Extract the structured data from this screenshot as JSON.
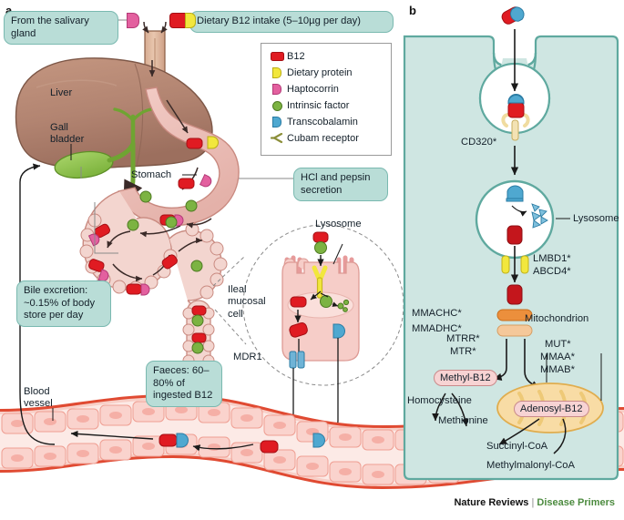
{
  "figure": {
    "panel_a_letter": "a",
    "panel_b_letter": "b",
    "credit_main": "Nature Reviews",
    "credit_sep": "|",
    "credit_sub": "Disease Primers"
  },
  "colors": {
    "b12_red": "#e01b22",
    "dietary_protein_yellow": "#f2e73d",
    "haptocorrin_pink": "#e3609f",
    "intrinsic_factor_green": "#7cb342",
    "transcobalamin_blue": "#4fa8d0",
    "cubam_olive": "#8c8f3a",
    "callout_fill": "#b9ddd7",
    "callout_border": "#7ab9b0",
    "liver_brown": "#b08470",
    "gallbladder_green": "#8cc152",
    "stomach_pink": "#efc3bd",
    "cell_teal": "#cfe6e2",
    "mitochondrion_orange": "#f6d79a",
    "blood_vessel_red": "#e04a32"
  },
  "legend": {
    "items": [
      {
        "icon": "b12-capsule-icon",
        "label": "B12"
      },
      {
        "icon": "dietary-protein-icon",
        "label": "Dietary protein"
      },
      {
        "icon": "haptocorrin-icon",
        "label": "Haptocorrin"
      },
      {
        "icon": "intrinsic-factor-icon",
        "label": "Intrinsic factor"
      },
      {
        "icon": "transcobalamin-icon",
        "label": "Transcobalamin"
      },
      {
        "icon": "cubam-receptor-icon",
        "label": "Cubam receptor"
      }
    ]
  },
  "panel_a": {
    "callouts": {
      "salivary_gland": "From the salivary gland",
      "dietary_intake": "Dietary B12 intake  (5–10µg per day)",
      "hcl_pepsin": "HCl and pepsin secretion",
      "bile_excretion": "Bile excretion: ~0.15% of body store per day",
      "faeces": "Faeces: 60–80% of ingested B12"
    },
    "organ_labels": {
      "liver": "Liver",
      "gall_bladder": "Gall bladder",
      "stomach": "Stomach",
      "blood_vessel": "Blood vessel"
    },
    "inset": {
      "cell_label": "Ileal mucosal cell",
      "lysosome": "Lysosome",
      "mdr1": "MDR1"
    }
  },
  "panel_b": {
    "receptor": "CD320*",
    "lysosome": "Lysosome",
    "transporters": [
      "LMBD1*",
      "ABCD4*"
    ],
    "cytosolic_enzymes": [
      "MMACHC*",
      "MMADHC*"
    ],
    "organelle": "Mitochondrion",
    "methionine_enzymes": [
      "MTRR*",
      "MTR*"
    ],
    "mitochondrial_enzymes": [
      "MUT*",
      "MMAA*",
      "MMAB*"
    ],
    "methyl_b12": "Methyl-B12",
    "adenosyl_b12": "Adenosyl-B12",
    "homocysteine": "Homocysteine",
    "methionine": "Methionine",
    "succinyl_coa": "Succinyl-CoA",
    "methylmalonyl_coa": "Methylmalonyl-CoA"
  }
}
